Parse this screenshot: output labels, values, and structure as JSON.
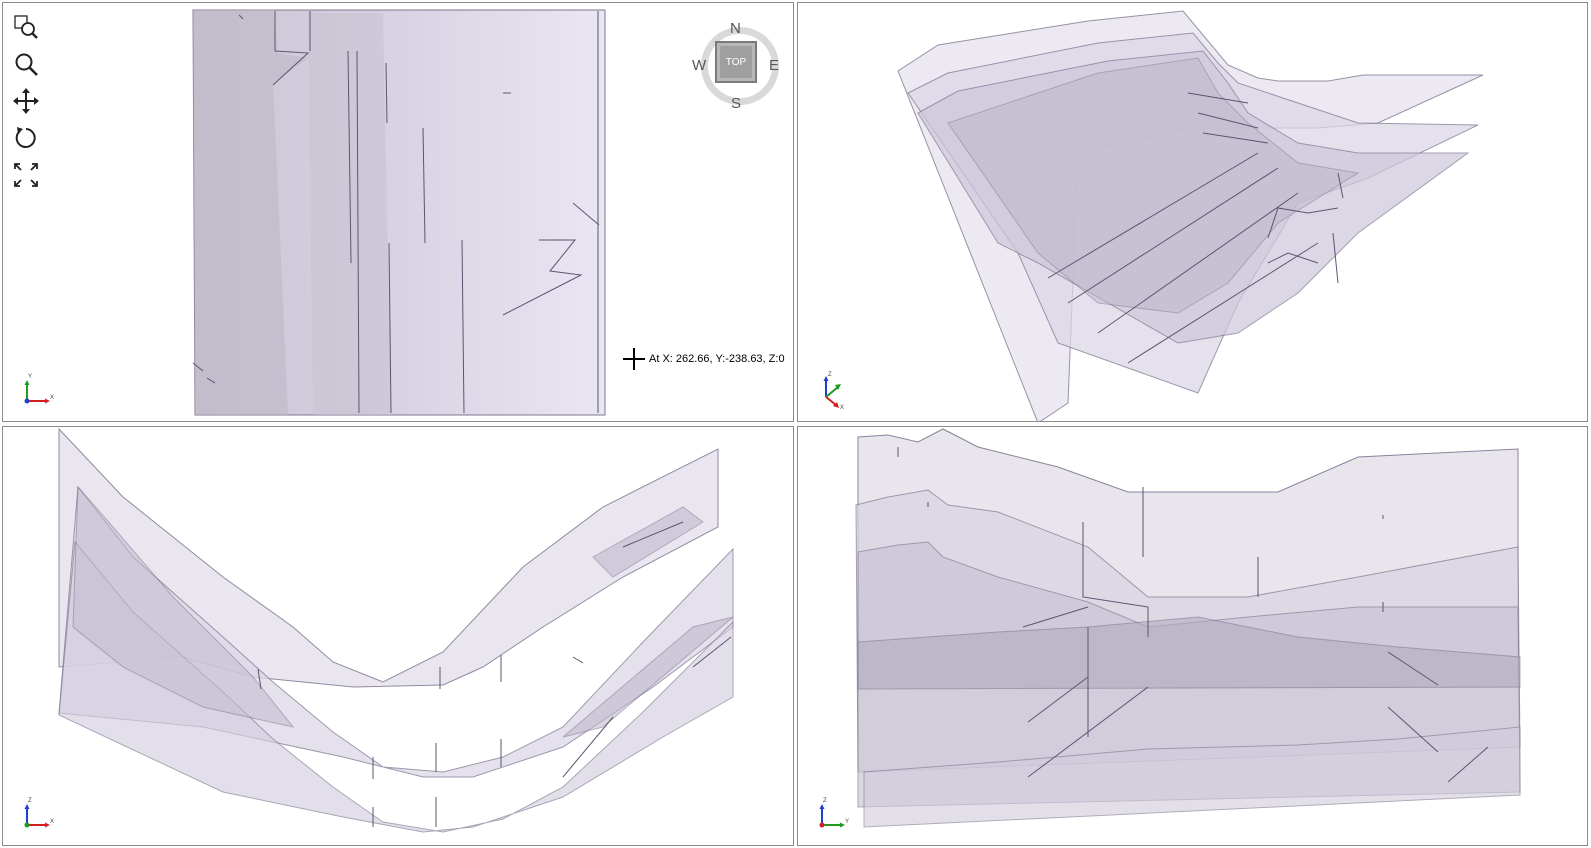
{
  "viewports": {
    "top": {
      "compass": {
        "north": "N",
        "south": "S",
        "west": "W",
        "east": "E",
        "view_button": "TOP"
      },
      "cursor_readout": "At X: 262.66, Y:-238.63, Z:0",
      "axis_triad": {
        "vertical": "Y",
        "horizontal": "X"
      }
    },
    "perspective": {
      "axis_triad": {
        "vertical": "Z",
        "horizontal": "X"
      }
    },
    "front": {
      "axis_triad": {
        "vertical": "Z",
        "horizontal": "X"
      }
    },
    "side": {
      "axis_triad": {
        "vertical": "Z",
        "horizontal": "Y"
      }
    }
  },
  "toolbar": {
    "tools": [
      {
        "icon": "zoom-box-icon"
      },
      {
        "icon": "zoom-icon"
      },
      {
        "icon": "pan-icon"
      },
      {
        "icon": "rotate-icon"
      },
      {
        "icon": "zoom-extents-icon"
      }
    ]
  },
  "colors": {
    "surface_fill": "#d9d2e6",
    "surface_dark": "#b0a8bd",
    "surface_edge": "#7e7690",
    "axis_x": "#d21f1f",
    "axis_y": "#1f9a1f",
    "axis_z": "#1f3fd2"
  }
}
